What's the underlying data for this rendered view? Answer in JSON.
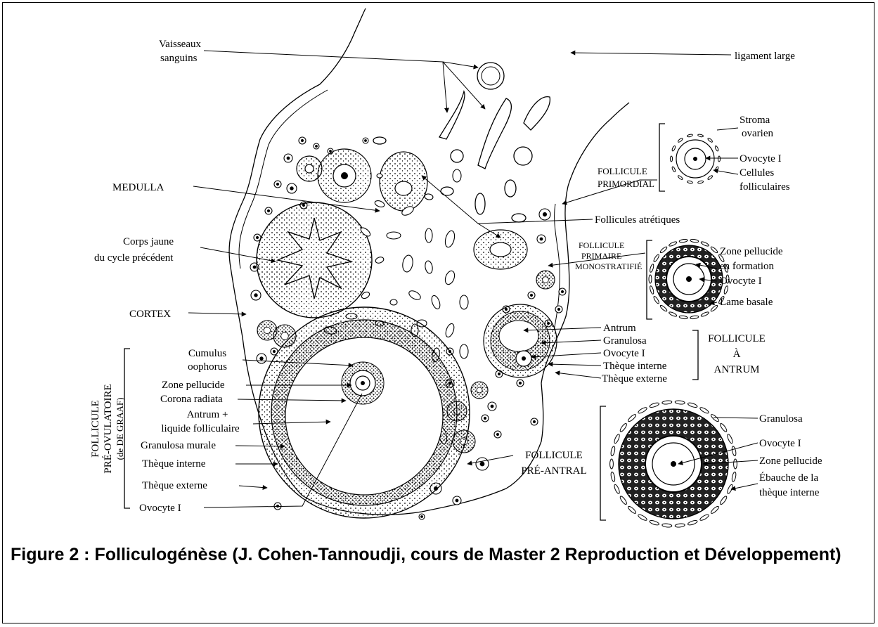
{
  "caption": "Figure 2 : Folliculogénèse (J. Cohen-Tannoudji, cours de Master 2 Reproduction et Développement)",
  "labels": {
    "vaisseaux": [
      "Vaisseaux",
      "sanguins"
    ],
    "ligament": "ligament large",
    "medulla": "MEDULLA",
    "corps_jaune": [
      "Corps jaune",
      "du cycle précédent"
    ],
    "cortex": "CORTEX",
    "follicules_atretiques": "Follicules atrétiques",
    "stroma": [
      "Stroma",
      "ovarien"
    ],
    "ovocyte_primordial": "Ovocyte I",
    "cellules_folliculaires": [
      "Cellules",
      "folliculaires"
    ],
    "follicule_primordial": [
      "FOLLICULE",
      "PRIMORDIAL"
    ],
    "follicule_primaire": [
      "FOLLICULE",
      "PRIMAIRE",
      "MONOSTRATIFIÉ"
    ],
    "zone_pellucide_formation": [
      "Zone pellucide",
      "en formation"
    ],
    "ovocyte_primaire": "Ovocyte I",
    "lame_basale": "Lame basale",
    "antrum": "Antrum",
    "granulosa_antrum": "Granulosa",
    "ovocyte_antrum": "Ovocyte I",
    "theque_interne_antrum": "Thèque interne",
    "theque_externe_antrum": "Thèque externe",
    "follicule_antrum": [
      "FOLLICULE",
      "À",
      "ANTRUM"
    ],
    "granulosa_pre": "Granulosa",
    "ovocyte_pre": "Ovocyte I",
    "zone_pellucide_pre": "Zone pellucide",
    "ebauche": [
      "Ébauche de la",
      "thèque interne"
    ],
    "follicule_pre_antral": [
      "FOLLICULE",
      "PRÉ-ANTRAL"
    ],
    "cumulus": [
      "Cumulus",
      "oophorus"
    ],
    "zone_pellucide_graaf": "Zone pellucide",
    "corona": "Corona radiata",
    "antrum_liquide": [
      "Antrum +",
      "liquide folliculaire"
    ],
    "granulosa_murale": "Granulosa murale",
    "theque_interne_graaf": "Thèque interne",
    "theque_externe_graaf": "Thèque externe",
    "ovocyte_graaf": "Ovocyte I",
    "follicule_preovulatoire": [
      "FOLLICULE",
      "PRÉ-OVULATOIRE",
      "(de DE GRAAF)"
    ]
  }
}
